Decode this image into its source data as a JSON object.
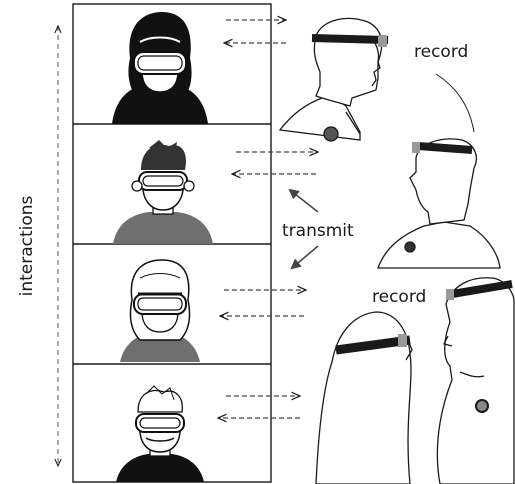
{
  "labels": {
    "interactions": "interactions",
    "transmit": "transmit",
    "record_top": "record",
    "record_bottom": "record"
  },
  "colors": {
    "line": "#1a1a1a",
    "panel_border": "#1a1a1a",
    "shirt_black": "#111111",
    "shirt_gray": "#6f6f6f",
    "headband": "#1a1a1a",
    "sensor": "#888888",
    "lapel_mic": "#555555"
  },
  "icons": {
    "vr_user": "vr-headset-person-icon",
    "eeg_headband": "headband-icon",
    "lapel_mic": "lapel-microphone-icon"
  }
}
